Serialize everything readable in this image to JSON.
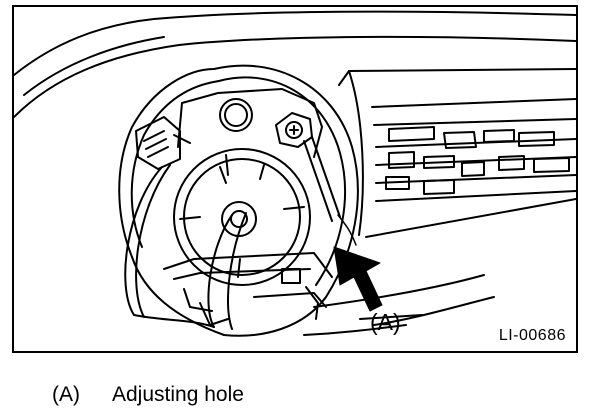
{
  "figure": {
    "callout_label": "(A)",
    "figure_id": "LI-00686"
  },
  "legend": {
    "items": [
      {
        "key": "(A)",
        "text": "Adjusting hole"
      }
    ]
  }
}
